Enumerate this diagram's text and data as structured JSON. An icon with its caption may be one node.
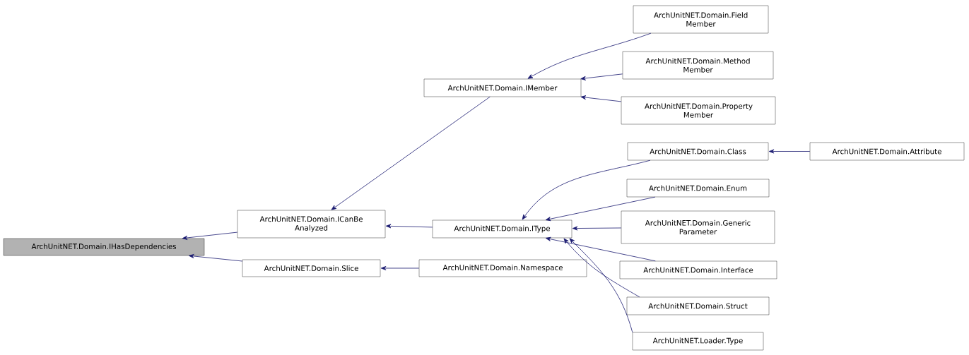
{
  "diagram": {
    "nodes": [
      {
        "text": [
          "ArchUnitNET.Domain.IHasDependencies"
        ]
      },
      {
        "text": [
          "ArchUnitNET.Domain.ICanBe Analyzed"
        ]
      },
      {
        "text": [
          "ArchUnitNET.Domain.Slice"
        ]
      },
      {
        "text": [
          "ArchUnitNET.Domain.IMember"
        ]
      },
      {
        "text": [
          "ArchUnitNET.Domain.IType"
        ]
      },
      {
        "text": [
          "ArchUnitNET.Domain.Namespace"
        ]
      },
      {
        "text": [
          "ArchUnitNET.Domain.Field Member"
        ]
      },
      {
        "text": [
          "ArchUnitNET.Domain.Method Member"
        ]
      },
      {
        "text": [
          "ArchUnitNET.Domain.Property Member"
        ]
      },
      {
        "text": [
          "ArchUnitNET.Domain.Class"
        ]
      },
      {
        "text": [
          "ArchUnitNET.Domain.Attribute"
        ]
      },
      {
        "text": [
          "ArchUnitNET.Domain.Enum"
        ]
      },
      {
        "text": [
          "ArchUnitNET.Domain.Generic Parameter"
        ]
      },
      {
        "text": [
          "ArchUnitNET.Domain.Interface"
        ]
      },
      {
        "text": [
          "ArchUnitNET.Domain.Struct"
        ]
      },
      {
        "text": [
          "ArchUnitNET.Loader.Type"
        ]
      }
    ],
    "edges": [
      {
        "from": 1,
        "to": 0,
        "arrow": "to"
      },
      {
        "from": 2,
        "to": 0,
        "arrow": "to"
      },
      {
        "from": 3,
        "to": 1,
        "arrow": "to"
      },
      {
        "from": 4,
        "to": 1,
        "arrow": "to"
      },
      {
        "from": 5,
        "to": 2,
        "arrow": "to"
      },
      {
        "from": 6,
        "to": 3,
        "arrow": "to"
      },
      {
        "from": 7,
        "to": 3,
        "arrow": "to"
      },
      {
        "from": 8,
        "to": 3,
        "arrow": "to"
      },
      {
        "from": 9,
        "to": 4,
        "arrow": "to"
      },
      {
        "from": 11,
        "to": 4,
        "arrow": "to"
      },
      {
        "from": 12,
        "to": 4,
        "arrow": "to"
      },
      {
        "from": 13,
        "to": 4,
        "arrow": "to"
      },
      {
        "from": 14,
        "to": 4,
        "arrow": "to"
      },
      {
        "from": 15,
        "to": 4,
        "arrow": "to"
      },
      {
        "from": 10,
        "to": 9,
        "arrow": "to"
      }
    ]
  }
}
